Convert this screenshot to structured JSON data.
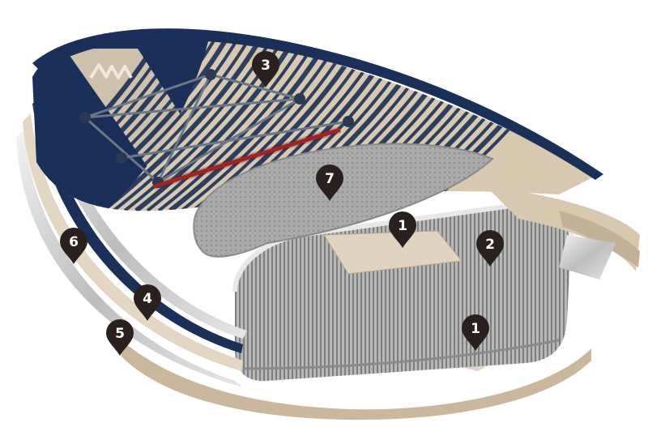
{
  "diagram": {
    "markers": [
      {
        "label": "1"
      },
      {
        "label": "1"
      },
      {
        "label": "2"
      },
      {
        "label": "3"
      },
      {
        "label": "4"
      },
      {
        "label": "5"
      },
      {
        "label": "6"
      },
      {
        "label": "7"
      }
    ]
  },
  "colors": {
    "navy": "#1b3058",
    "beige": "#d8c8b0",
    "dark_beige": "#b9a78d",
    "pad_grey": "#a6a6a6",
    "core_grey": "#9a9a9a",
    "marker": "#2a2020",
    "cord": "#5c6a7a",
    "red_cord": "#d81e1e"
  }
}
